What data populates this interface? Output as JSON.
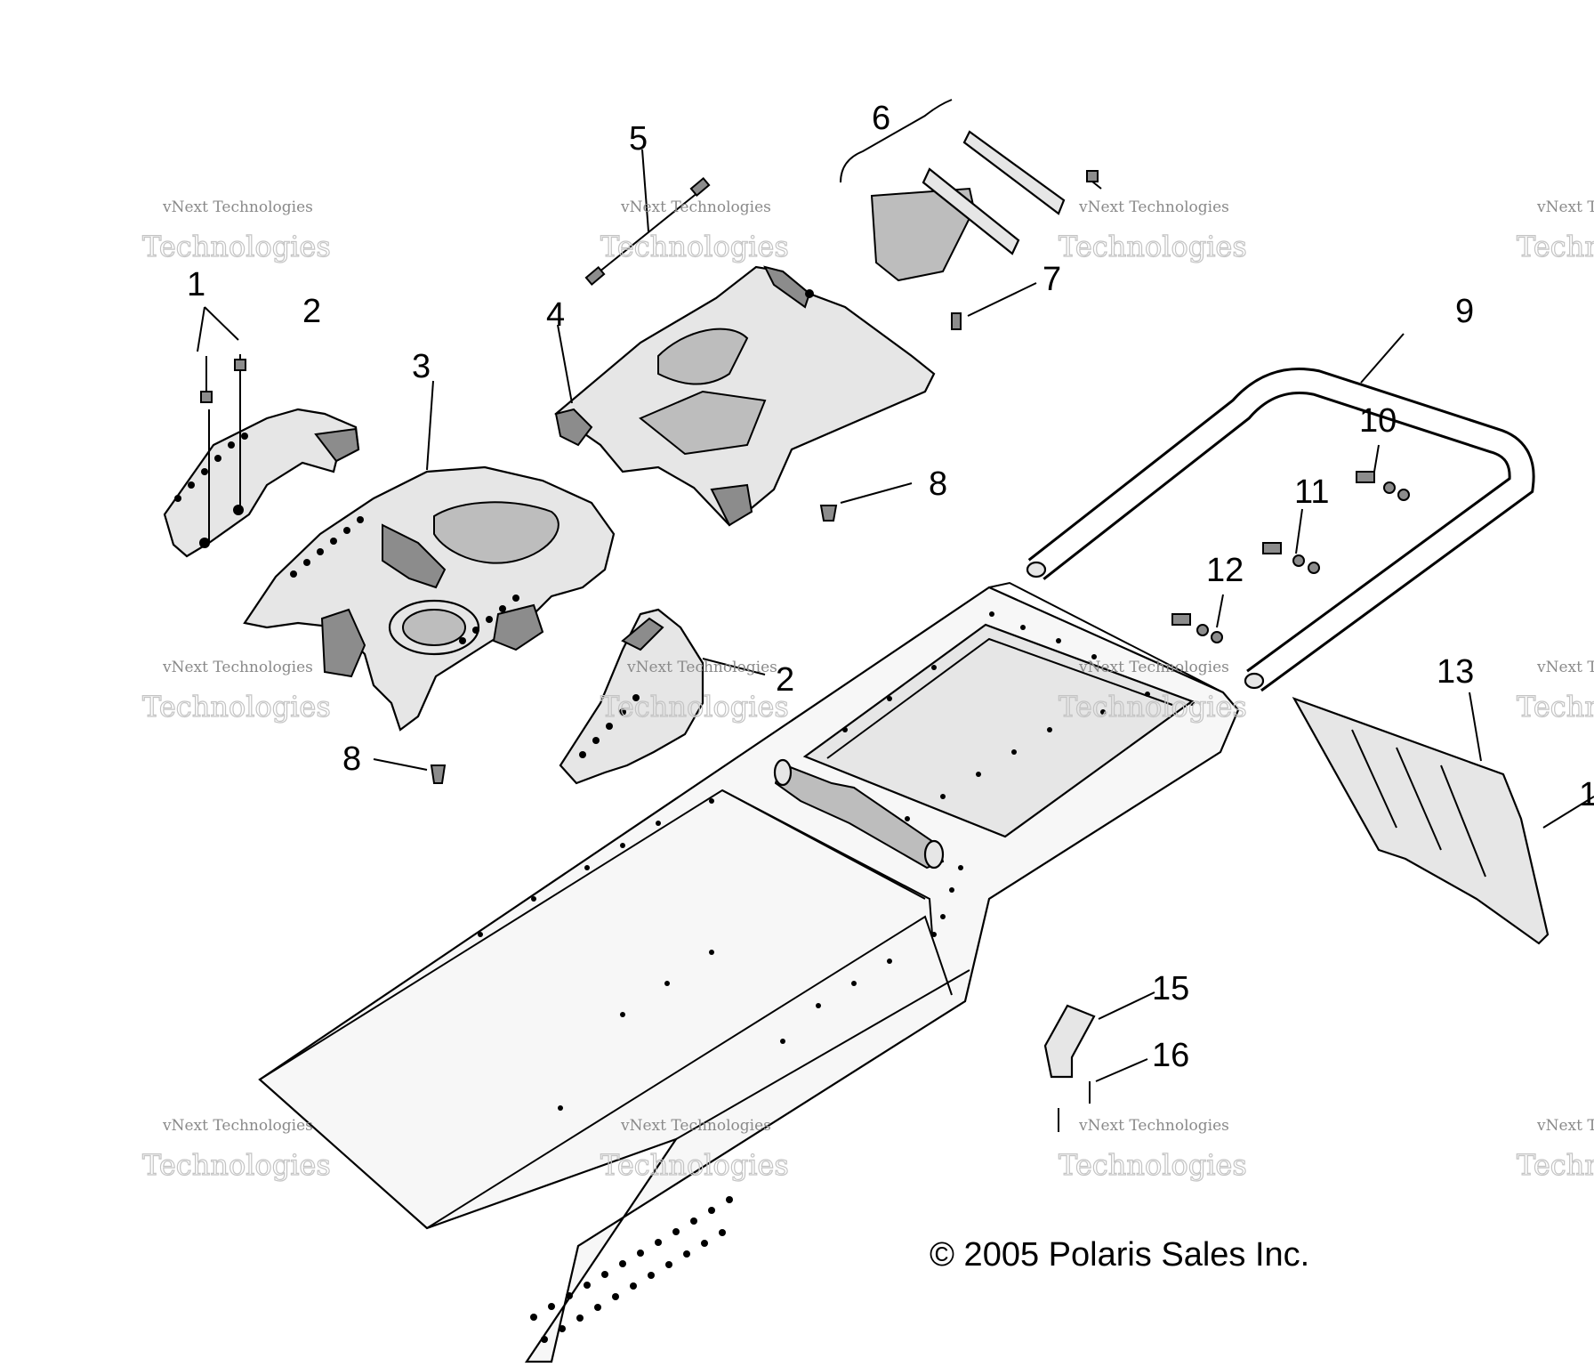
{
  "callouts": [
    "1",
    "2",
    "3",
    "4",
    "5",
    "6",
    "7",
    "8",
    "9",
    "10",
    "11",
    "12",
    "13",
    "1",
    "15",
    "16",
    "2",
    "8"
  ],
  "watermark": {
    "line1": "vNext",
    "line2": "Technologies",
    "small": "vNext Technologies"
  },
  "copyright": "© 2005 Polaris Sales Inc."
}
